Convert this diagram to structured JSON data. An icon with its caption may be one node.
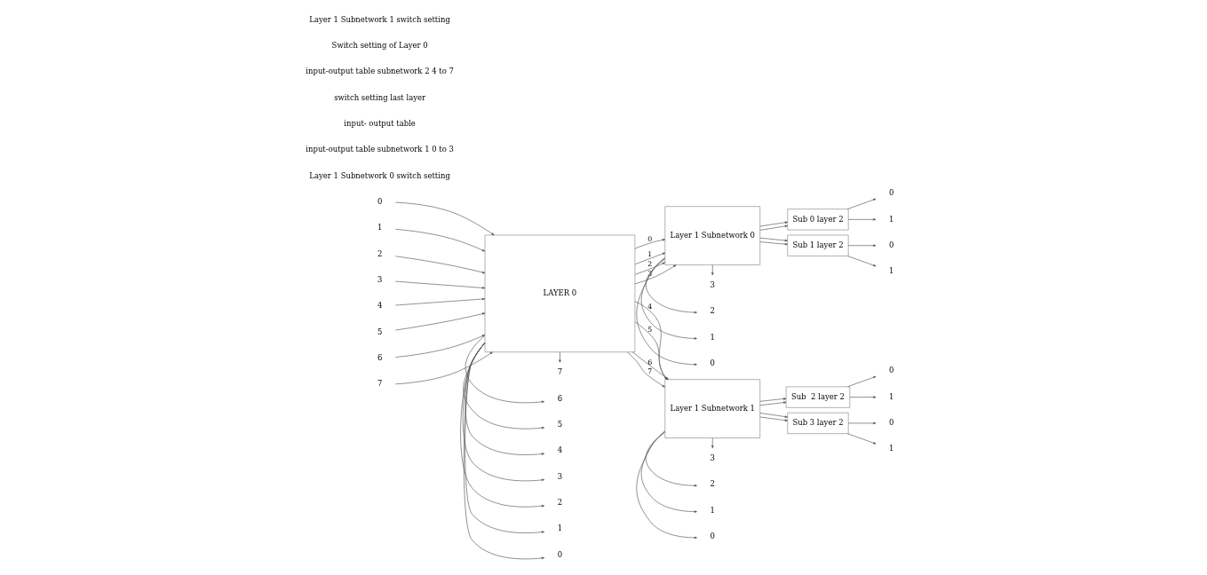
{
  "diagram": {
    "nodes": [
      {
        "text": [
          "LAYER 0"
        ]
      },
      {
        "text": [
          "Layer 1 Subnetwork 0"
        ]
      },
      {
        "text": [
          "Layer 1 Subnetwork 1"
        ]
      },
      {
        "text": [
          "Sub 0 layer 2"
        ]
      },
      {
        "text": [
          "Sub 1 layer 2"
        ]
      },
      {
        "text": [
          "Sub  2 layer 2"
        ]
      },
      {
        "text": [
          "Sub 3 layer 2"
        ]
      },
      {
        "text": [
          "0"
        ]
      },
      {
        "text": [
          "1"
        ]
      },
      {
        "text": [
          "2"
        ]
      },
      {
        "text": [
          "3"
        ]
      },
      {
        "text": [
          "4"
        ]
      },
      {
        "text": [
          "5"
        ]
      },
      {
        "text": [
          "6"
        ]
      },
      {
        "text": [
          "7"
        ]
      },
      {
        "text": [
          "0"
        ]
      },
      {
        "text": [
          "1"
        ]
      },
      {
        "text": [
          "2"
        ]
      },
      {
        "text": [
          "3"
        ]
      },
      {
        "text": [
          "4"
        ]
      },
      {
        "text": [
          "5"
        ]
      },
      {
        "text": [
          "6"
        ]
      },
      {
        "text": [
          "7"
        ]
      },
      {
        "text": [
          "0"
        ]
      },
      {
        "text": [
          "1"
        ]
      },
      {
        "text": [
          "2"
        ]
      },
      {
        "text": [
          "3"
        ]
      },
      {
        "text": [
          "0"
        ]
      },
      {
        "text": [
          "1"
        ]
      },
      {
        "text": [
          "2"
        ]
      },
      {
        "text": [
          "3"
        ]
      },
      {
        "text": [
          "0"
        ]
      },
      {
        "text": [
          "1"
        ]
      },
      {
        "text": [
          "0"
        ]
      },
      {
        "text": [
          "1"
        ]
      },
      {
        "text": [
          "0"
        ]
      },
      {
        "text": [
          "1"
        ]
      },
      {
        "text": [
          "0"
        ]
      },
      {
        "text": [
          "1"
        ]
      }
    ],
    "edges": [
      {
        "from": 7,
        "to": 0,
        "arrow": "to"
      },
      {
        "from": 8,
        "to": 0,
        "arrow": "to"
      },
      {
        "from": 9,
        "to": 0,
        "arrow": "to"
      },
      {
        "from": 10,
        "to": 0,
        "arrow": "to"
      },
      {
        "from": 11,
        "to": 0,
        "arrow": "to"
      },
      {
        "from": 12,
        "to": 0,
        "arrow": "to"
      },
      {
        "from": 13,
        "to": 0,
        "arrow": "to"
      },
      {
        "from": 14,
        "to": 0,
        "arrow": "to"
      },
      {
        "from": 0,
        "to": 15,
        "arrow": "to"
      },
      {
        "from": 0,
        "to": 16,
        "arrow": "to"
      },
      {
        "from": 0,
        "to": 17,
        "arrow": "to"
      },
      {
        "from": 0,
        "to": 18,
        "arrow": "to"
      },
      {
        "from": 0,
        "to": 19,
        "arrow": "to"
      },
      {
        "from": 0,
        "to": 20,
        "arrow": "to"
      },
      {
        "from": 0,
        "to": 21,
        "arrow": "to"
      },
      {
        "from": 0,
        "to": 22,
        "arrow": "to"
      },
      {
        "from": 0,
        "to": 1,
        "arrow": "to",
        "label": "0"
      },
      {
        "from": 0,
        "to": 1,
        "arrow": "to",
        "label": "1"
      },
      {
        "from": 0,
        "to": 1,
        "arrow": "to",
        "label": "2"
      },
      {
        "from": 0,
        "to": 1,
        "arrow": "to",
        "label": "3"
      },
      {
        "from": 0,
        "to": 2,
        "arrow": "to",
        "label": "4"
      },
      {
        "from": 0,
        "to": 2,
        "arrow": "to",
        "label": "5"
      },
      {
        "from": 0,
        "to": 2,
        "arrow": "to",
        "label": "6"
      },
      {
        "from": 0,
        "to": 2,
        "arrow": "to",
        "label": "7"
      },
      {
        "from": 1,
        "to": 23,
        "arrow": "to"
      },
      {
        "from": 1,
        "to": 24,
        "arrow": "to"
      },
      {
        "from": 1,
        "to": 25,
        "arrow": "to"
      },
      {
        "from": 1,
        "to": 26,
        "arrow": "to"
      },
      {
        "from": 2,
        "to": 27,
        "arrow": "to"
      },
      {
        "from": 2,
        "to": 28,
        "arrow": "to"
      },
      {
        "from": 2,
        "to": 29,
        "arrow": "to"
      },
      {
        "from": 2,
        "to": 30,
        "arrow": "to"
      },
      {
        "from": 1,
        "to": 3,
        "arrow": "to"
      },
      {
        "from": 1,
        "to": 3,
        "arrow": "to"
      },
      {
        "from": 1,
        "to": 4,
        "arrow": "to"
      },
      {
        "from": 1,
        "to": 4,
        "arrow": "to"
      },
      {
        "from": 2,
        "to": 5,
        "arrow": "to"
      },
      {
        "from": 2,
        "to": 5,
        "arrow": "to"
      },
      {
        "from": 2,
        "to": 6,
        "arrow": "to"
      },
      {
        "from": 2,
        "to": 6,
        "arrow": "to"
      },
      {
        "from": 3,
        "to": 31,
        "arrow": "to"
      },
      {
        "from": 3,
        "to": 32,
        "arrow": "to"
      },
      {
        "from": 4,
        "to": 33,
        "arrow": "to"
      },
      {
        "from": 4,
        "to": 34,
        "arrow": "to"
      },
      {
        "from": 5,
        "to": 35,
        "arrow": "to"
      },
      {
        "from": 5,
        "to": 36,
        "arrow": "to"
      },
      {
        "from": 6,
        "to": 37,
        "arrow": "to"
      },
      {
        "from": 6,
        "to": 38,
        "arrow": "to"
      }
    ],
    "labels": [
      "Layer 1 Subnetwork 0 switch setting",
      "input-output table subnetwork 1 0 to 3",
      "input- output table",
      "switch setting last layer",
      "input-output table subnetwork 2 4 to 7",
      "Switch setting of Layer 0",
      "Layer 1 Subnetwork 1 switch setting"
    ]
  }
}
